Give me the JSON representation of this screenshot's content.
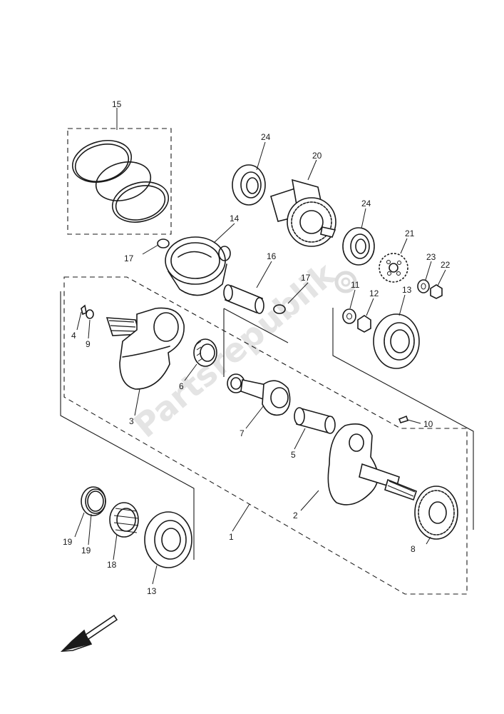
{
  "watermark": "Partsrepublik",
  "callouts": {
    "c1": "1",
    "c2": "2",
    "c3": "3",
    "c4": "4",
    "c5": "5",
    "c6": "6",
    "c7": "7",
    "c8": "8",
    "c9": "9",
    "c10": "10",
    "c11": "11",
    "c12": "12",
    "c13a": "13",
    "c13b": "13",
    "c14": "14",
    "c15": "15",
    "c16": "16",
    "c17a": "17",
    "c17b": "17",
    "c18": "18",
    "c19a": "19",
    "c19b": "19",
    "c20": "20",
    "c21": "21",
    "c22": "22",
    "c23": "23",
    "c24a": "24",
    "c24b": "24"
  }
}
